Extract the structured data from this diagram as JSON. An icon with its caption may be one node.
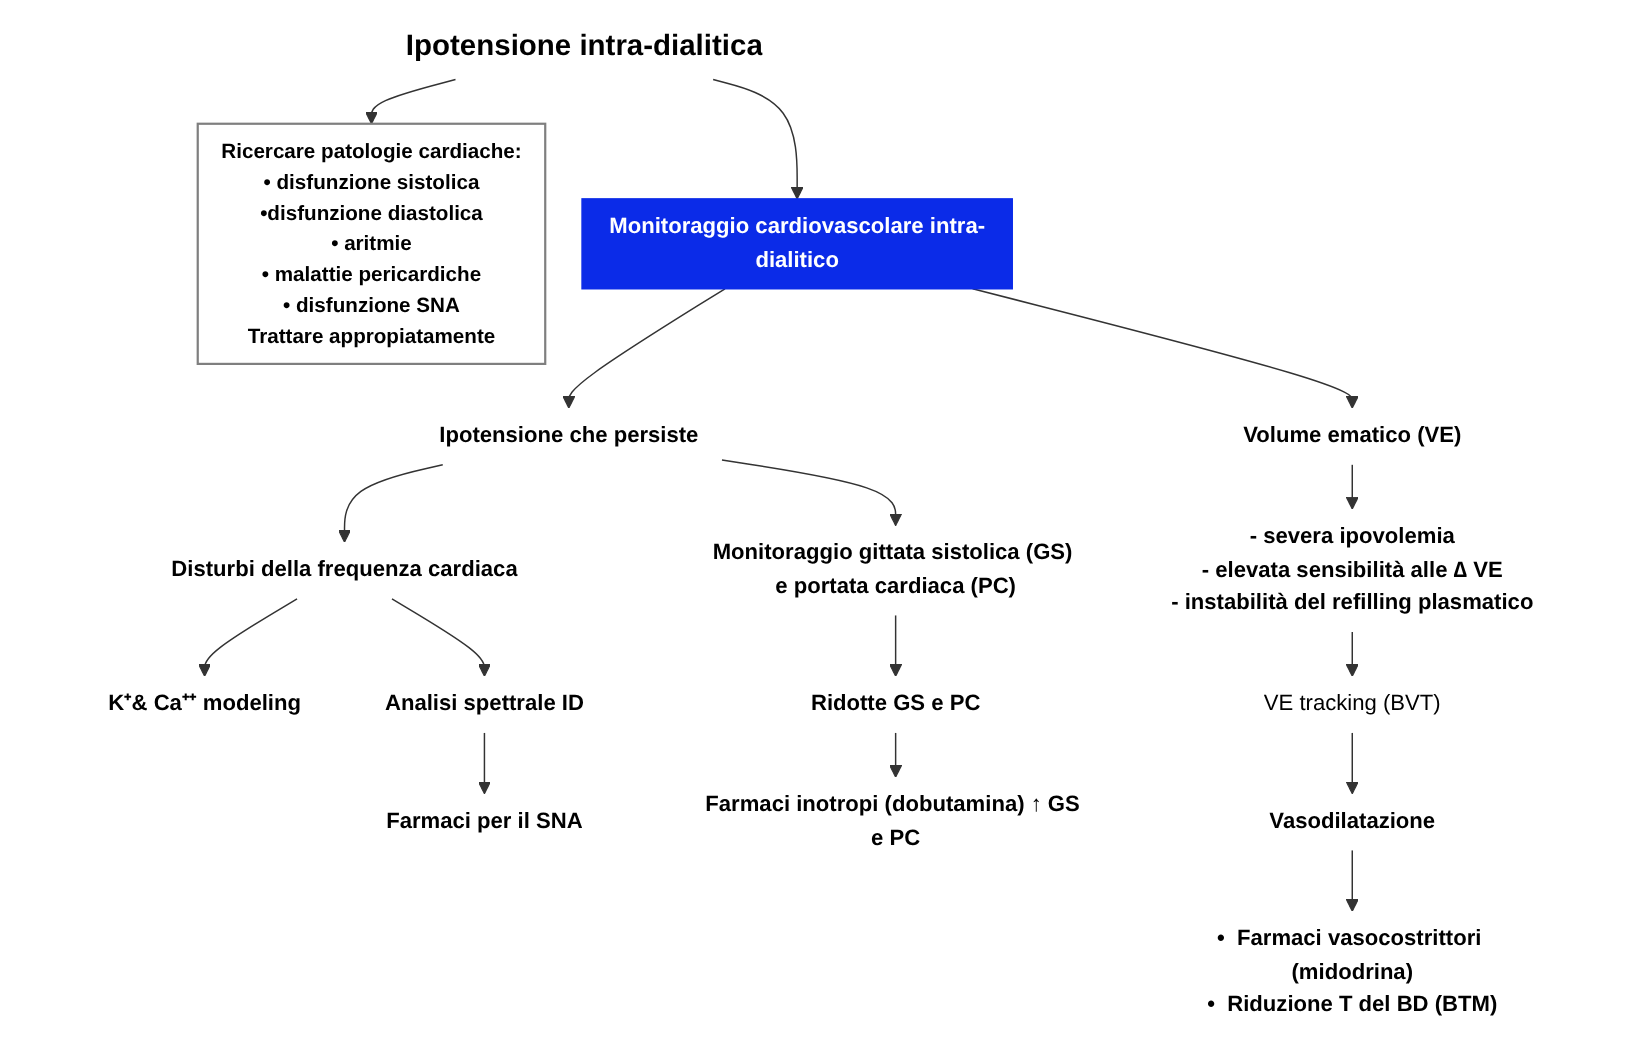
{
  "diagram": {
    "nodes": [
      {
        "text": [
          "Ipotensione intra-dialitica"
        ]
      },
      {
        "text": [
          "Ricercare patologie cardiache:",
          "• disfunzione sistolica",
          "•disfunzione diastolica",
          "• aritmie",
          "• malattie pericardiche",
          "• disfunzione SNA",
          "Trattare appropiatamente"
        ]
      },
      {
        "text": [
          "Monitoraggio cardiovascolare intra-dialitico"
        ]
      },
      {
        "text": [
          "Ipotensione che persiste"
        ]
      },
      {
        "text": [
          "Volume ematico (VE)"
        ]
      },
      {
        "text": [
          "Disturbi della frequenza cardiaca"
        ]
      },
      {
        "text": [
          "Monitoraggio gittata sistolica (GS) e portata cardiaca (PC)"
        ]
      },
      {
        "text": [
          "K⁺& Ca⁺⁺ modeling"
        ]
      },
      {
        "text": [
          "Analisi spettrale ID"
        ]
      },
      {
        "text": [
          "Farmaci per il SNA"
        ]
      },
      {
        "text": [
          "Ridotte GS e PC"
        ]
      },
      {
        "text": [
          "Farmaci inotropi (dobutamina) ↑ GS e PC"
        ]
      },
      {
        "text": [
          "-  severa ipovolemia",
          "-  elevata sensibilità alle ∆ VE",
          "-  instabilità del refilling plasmatico"
        ]
      },
      {
        "text": [
          "VE tracking (BVT)"
        ]
      },
      {
        "text": [
          "Vasodilatazione"
        ]
      },
      {
        "text": [
          "•  Farmaci vasocostrittori (midodrina)",
          "•  Riduzione T del BD (BTM)"
        ]
      }
    ],
    "edges": [
      {
        "from": 0,
        "to": 1,
        "arrow": "to"
      },
      {
        "from": 0,
        "to": 2,
        "arrow": "to"
      },
      {
        "from": 2,
        "to": 3,
        "arrow": "to"
      },
      {
        "from": 2,
        "to": 4,
        "arrow": "to"
      },
      {
        "from": 3,
        "to": 5,
        "arrow": "to"
      },
      {
        "from": 3,
        "to": 6,
        "arrow": "to"
      },
      {
        "from": 5,
        "to": 7,
        "arrow": "to"
      },
      {
        "from": 5,
        "to": 8,
        "arrow": "to"
      },
      {
        "from": 8,
        "to": 9,
        "arrow": "to"
      },
      {
        "from": 6,
        "to": 10,
        "arrow": "to"
      },
      {
        "from": 10,
        "to": 11,
        "arrow": "to"
      },
      {
        "from": 4,
        "to": 12,
        "arrow": "to"
      },
      {
        "from": 12,
        "to": 13,
        "arrow": "to"
      },
      {
        "from": 13,
        "to": 14,
        "arrow": "to"
      },
      {
        "from": 14,
        "to": 15,
        "arrow": "to"
      }
    ]
  }
}
